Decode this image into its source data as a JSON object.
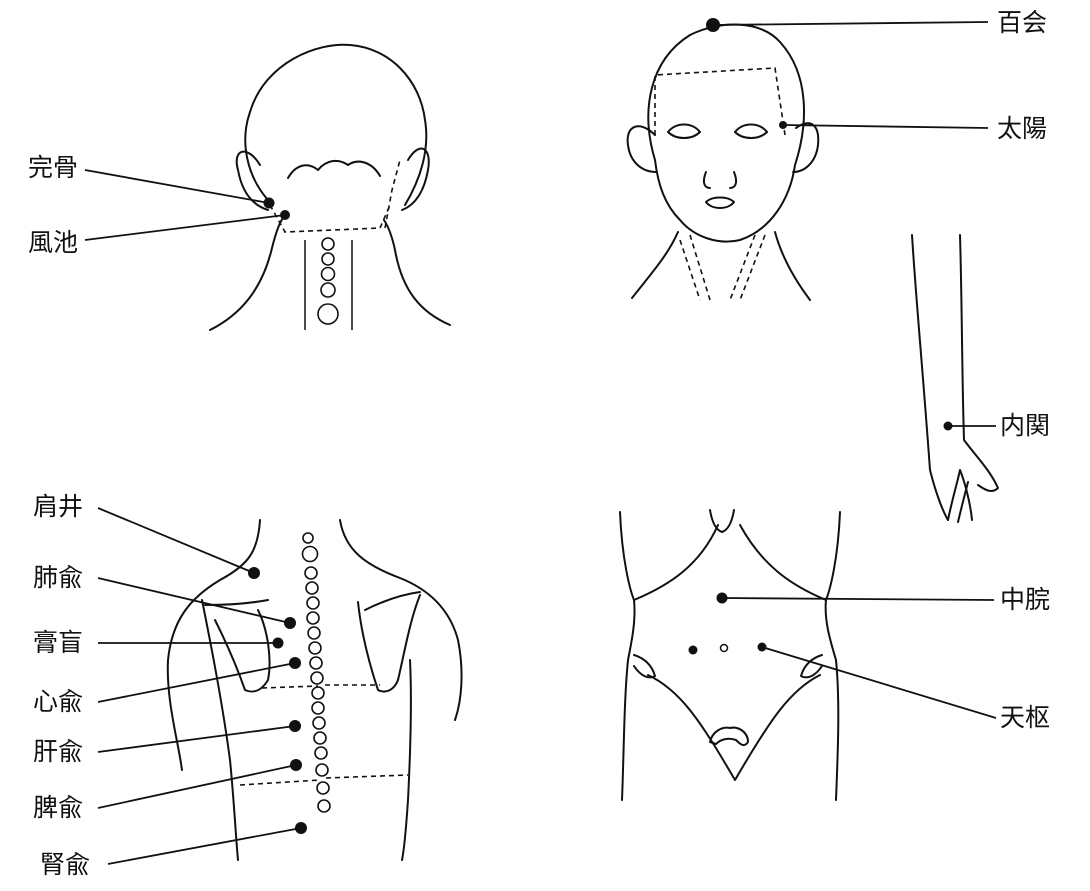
{
  "labels": {
    "kankotsu": "完骨",
    "fuchi": "風池",
    "hyakue": "百会",
    "taiyou": "太陽",
    "naikan": "内関",
    "kensei": "肩井",
    "haiyu": "肺兪",
    "koukou": "膏盲",
    "shinyu": "心兪",
    "kanyu": "肝兪",
    "hiyu": "脾兪",
    "jinyu": "腎兪",
    "chukan": "中脘",
    "tensu": "天枢"
  }
}
